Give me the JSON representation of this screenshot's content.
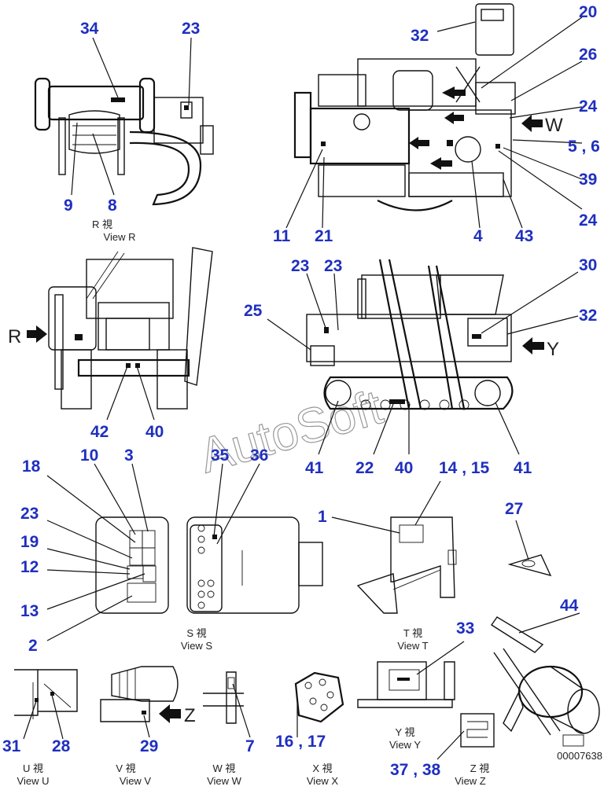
{
  "watermark": "AutoSoft",
  "drawing_code": "00007638",
  "arrows": {
    "w": "W",
    "y": "Y",
    "r": "R",
    "z": "Z"
  },
  "views": {
    "r": {
      "jp": "R 視",
      "en": "View R"
    },
    "s": {
      "jp": "S 視",
      "en": "View S"
    },
    "t": {
      "jp": "T 視",
      "en": "View T"
    },
    "u": {
      "jp": "U 視",
      "en": "View U"
    },
    "v": {
      "jp": "V 視",
      "en": "View V"
    },
    "w": {
      "jp": "W 視",
      "en": "View W"
    },
    "x": {
      "jp": "X 視",
      "en": "View X"
    },
    "y": {
      "jp": "Y 視",
      "en": "View Y"
    },
    "z": {
      "jp": "Z 視",
      "en": "View Z"
    }
  },
  "callouts": {
    "c34": "34",
    "c23a": "23",
    "c9": "9",
    "c8": "8",
    "c32a": "32",
    "c20": "20",
    "c26": "26",
    "c24a": "24",
    "c56": "5 , 6",
    "c39": "39",
    "c24b": "24",
    "c11": "11",
    "c21": "21",
    "c4": "4",
    "c43": "43",
    "c42": "42",
    "c40a": "40",
    "c23b": "23",
    "c23c": "23",
    "c25": "25",
    "c30": "30",
    "c32b": "32",
    "c41a": "41",
    "c22": "22",
    "c40b": "40",
    "c41b": "41",
    "c18": "18",
    "c10": "10",
    "c3": "3",
    "c23d": "23",
    "c19": "19",
    "c12": "12",
    "c13": "13",
    "c2": "2",
    "c35": "35",
    "c36": "36",
    "c1": "1",
    "c1415": "14 , 15",
    "c27": "27",
    "c44": "44",
    "c33": "33",
    "c31": "31",
    "c28": "28",
    "c29": "29",
    "c7": "7",
    "c1617": "16 , 17",
    "c3738": "37 , 38"
  }
}
